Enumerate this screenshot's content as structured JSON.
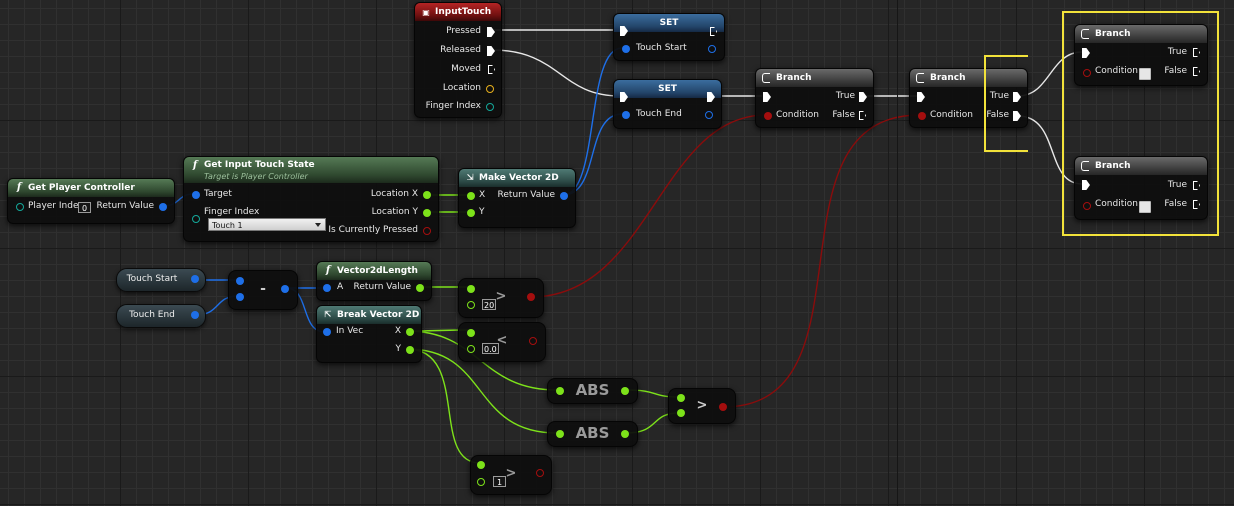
{
  "colors": {
    "exec": "#ffffff",
    "float": "#7de21a",
    "struct": "#1e6fe8",
    "bool": "#a40e0e",
    "object": "#1e6fe8",
    "int": "#14a89a",
    "selection": "#f2e23a"
  },
  "nodes": {
    "input_touch": {
      "title": "InputTouch",
      "pins": [
        "Pressed",
        "Released",
        "Moved",
        "Location",
        "Finger Index"
      ]
    },
    "set1": {
      "title": "SET",
      "pin": "Touch Start"
    },
    "set2": {
      "title": "SET",
      "pin": "Touch End"
    },
    "branch_mid": {
      "title": "Branch",
      "condition": "Condition",
      "true": "True",
      "false": "False"
    },
    "branch_right": {
      "title": "Branch",
      "condition": "Condition",
      "true": "True",
      "false": "False"
    },
    "branch_top": {
      "title": "Branch",
      "condition": "Condition",
      "true": "True",
      "false": "False"
    },
    "branch_bottom": {
      "title": "Branch",
      "condition": "Condition",
      "true": "True",
      "false": "False"
    },
    "get_player_controller": {
      "title": "Get Player Controller",
      "player_index_label": "Player Index",
      "player_index_value": "0",
      "return": "Return Value"
    },
    "get_input_touch_state": {
      "title": "Get Input Touch State",
      "subtitle": "Target is Player Controller",
      "target": "Target",
      "finger_index": "Finger Index",
      "finger_value": "Touch 1",
      "location_x": "Location X",
      "location_y": "Location Y",
      "pressed": "Is Currently Pressed"
    },
    "make_vector": {
      "title": "Make Vector 2D",
      "x": "X",
      "y": "Y",
      "return": "Return Value"
    },
    "var_touch_start": {
      "label": "Touch Start"
    },
    "var_touch_end": {
      "label": "Touch End"
    },
    "subtract": {
      "symbol": "-"
    },
    "vector_length": {
      "title": "Vector2dLength",
      "a": "A",
      "return": "Return Value"
    },
    "break_vector": {
      "title": "Break Vector 2D",
      "in": "In Vec",
      "x": "X",
      "y": "Y"
    },
    "greater_20": {
      "symbol": ">",
      "value": "20"
    },
    "less_0": {
      "symbol": "<",
      "value": "0.0"
    },
    "abs1": {
      "label": "ABS"
    },
    "abs2": {
      "label": "ABS"
    },
    "greater_abs": {
      "symbol": ">"
    },
    "greater_1": {
      "symbol": ">",
      "value": "1"
    }
  }
}
